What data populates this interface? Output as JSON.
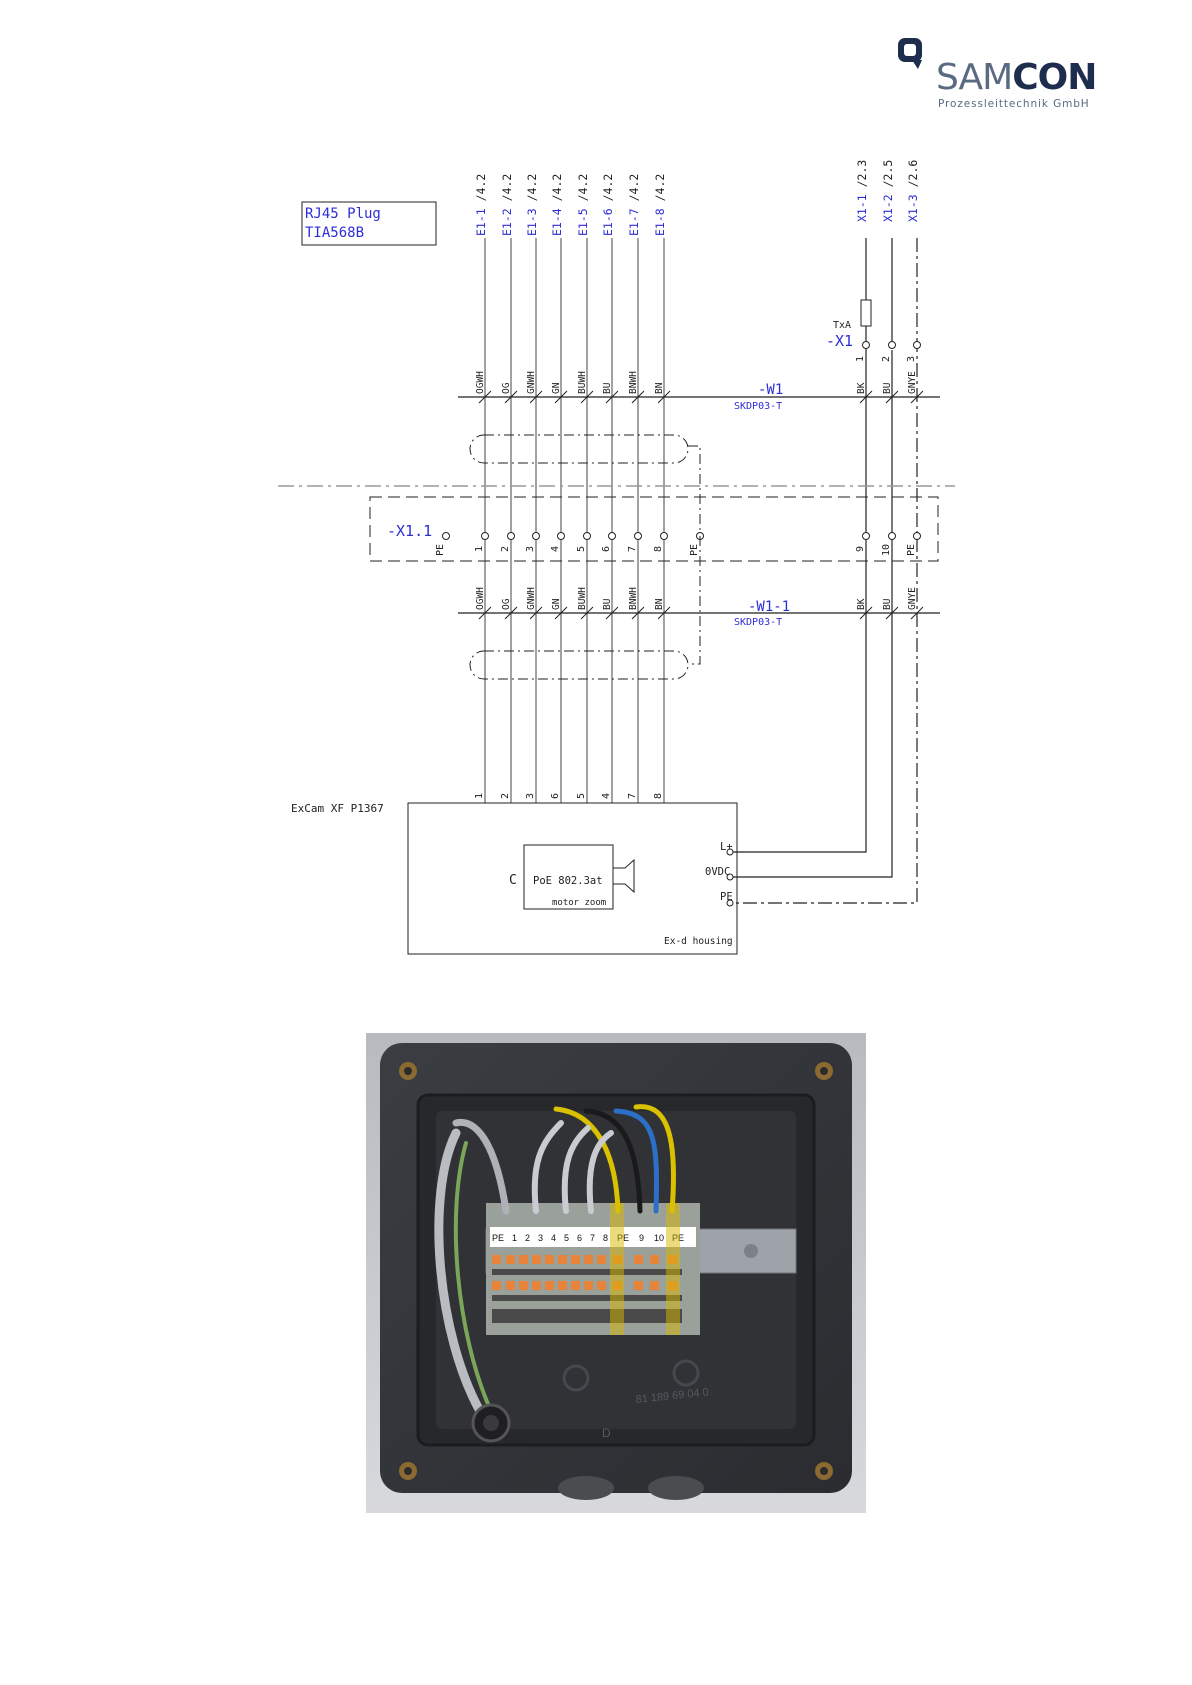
{
  "logo": {
    "brand_part1": "SAM",
    "brand_part2": "CON",
    "subtitle": "Prozessleittechnik GmbH"
  },
  "diagram": {
    "plug_box": {
      "line1": "RJ45 Plug",
      "line2": "TIA568B"
    },
    "top_refs": [
      "E1-1 /4.2",
      "E1-2 /4.2",
      "E1-3 /4.2",
      "E1-4 /4.2",
      "E1-5 /4.2",
      "E1-6 /4.2",
      "E1-7 /4.2",
      "E1-8 /4.2",
      "X1-1 /2.3",
      "X1-2 /2.5",
      "X1-3 /2.6"
    ],
    "fuse_label": "TxA",
    "x1_label": "-X1",
    "x1_pins": [
      "1",
      "2",
      "3"
    ],
    "w1_colors": [
      "OGWH",
      "OG",
      "GNWH",
      "GN",
      "BUWH",
      "BU",
      "BNWH",
      "BN",
      "BK",
      "BU",
      "GNYE"
    ],
    "w1_name": "-W1",
    "w1_type": "SKDP03-T",
    "x11_label": "-X1.1",
    "x11_pins": [
      "PE",
      "1",
      "2",
      "3",
      "4",
      "5",
      "6",
      "7",
      "8",
      "PE",
      "9",
      "10",
      "PE"
    ],
    "w11_name": "-W1-1",
    "w11_type": "SKDP03-T",
    "camera_title": "ExCam XF P1367",
    "camera_pins": [
      "1",
      "2",
      "3",
      "6",
      "5",
      "4",
      "7",
      "8"
    ],
    "terminal_labels": [
      "L+",
      "0VDC",
      "PE"
    ],
    "module_letter": "C",
    "module_poe": "PoE 802.3at",
    "module_zoom": "motor zoom",
    "housing": "Ex-d housing"
  },
  "photo": {
    "description": "Photo of open junction box with DIN-rail terminal block and shielded wires",
    "terminal_labels": [
      "PE",
      "1",
      "2",
      "3",
      "4",
      "5",
      "6",
      "7",
      "8",
      "PE",
      "9",
      "10",
      "PE"
    ],
    "part_number": "81 189 69 04 0",
    "corner_letter": "D"
  },
  "colors": {
    "blue_text": "#2d2dd6",
    "black_line": "#222222",
    "logo_dark": "#1e2c4e",
    "logo_grey": "#5a6a82"
  }
}
